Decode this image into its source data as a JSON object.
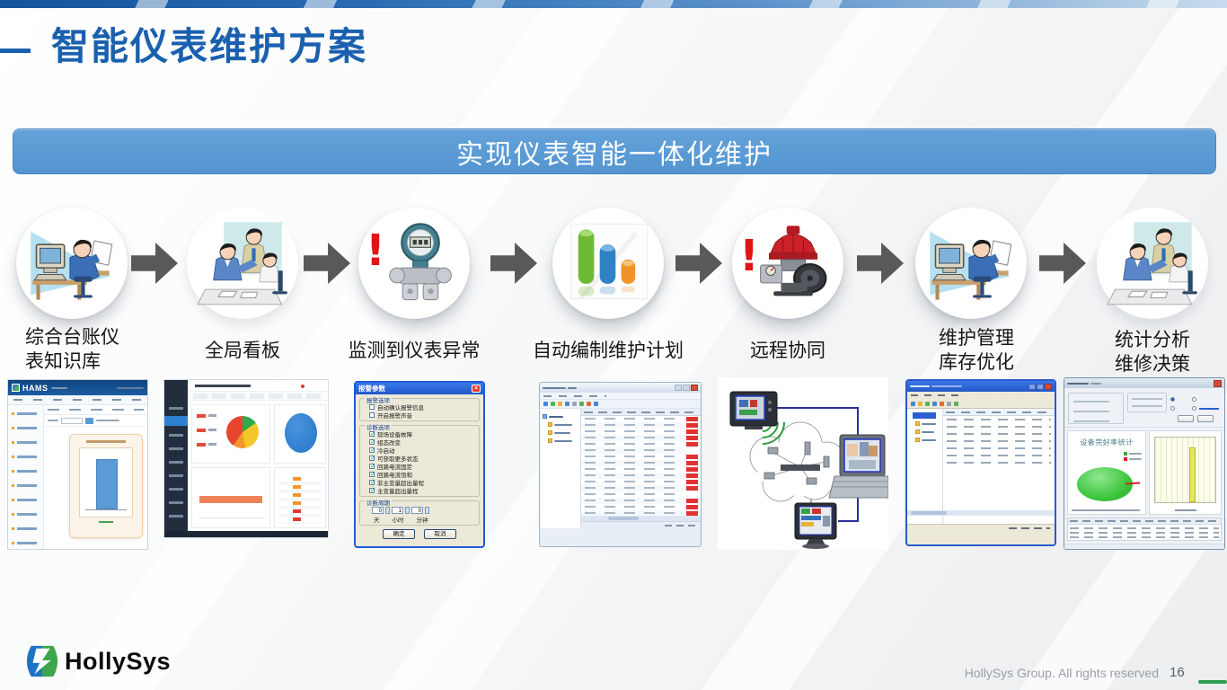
{
  "slide": {
    "title": "智能仪表维护方案",
    "banner": "实现仪表智能一体化维护"
  },
  "process": {
    "steps": [
      {
        "line1": "综合台账仪",
        "line2": "表知识库",
        "icon": "person-computer-clipart"
      },
      {
        "line1": "全局看板",
        "line2": "",
        "icon": "team-meeting-clipart"
      },
      {
        "line1": "监测到仪表异常",
        "line2": "",
        "icon": "transmitter-alert"
      },
      {
        "line1": "自动编制维护计划",
        "line2": "",
        "icon": "bar-chart-icon"
      },
      {
        "line1": "远程协同",
        "line2": "",
        "icon": "valve-alert"
      },
      {
        "line1": "维护管理",
        "line2": "库存优化",
        "icon": "person-computer-clipart"
      },
      {
        "line1": "统计分析",
        "line2": "维修决策",
        "icon": "team-meeting-clipart"
      }
    ]
  },
  "thumbnails": {
    "hams": {
      "brand": "HAMS"
    },
    "alarm_dialog": {
      "title": "报警参数",
      "close": "×",
      "group_alarm": "报警选项",
      "alarm_options": [
        "自动确认报警信息",
        "开启报警声音"
      ],
      "group_diag": "诊断选项",
      "diag_options": [
        "现场设备故障",
        "组态改变",
        "冷启动",
        "可获取更多状态",
        "回路电流固定",
        "回路电流饱和",
        "非主变量超出量程",
        "主变量超出量程"
      ],
      "group_cycle": "诊断周期",
      "cycle_values": [
        "0",
        "1",
        "0"
      ],
      "cycle_units": [
        "天",
        "小时",
        "分钟"
      ],
      "ok": "确定",
      "cancel": "取消"
    },
    "stats_window": {
      "pie_title": "设备完好率统计"
    }
  },
  "footer": {
    "brand": "HollySys",
    "copyright": "HollySys Group. All rights reserved",
    "page": "16"
  },
  "colors": {
    "accent_blue": "#1a60ae",
    "banner_fill": "#5b9bd5",
    "arrow_gray": "#58595b",
    "alert_red": "#e01414",
    "footer_green": "#2f9e4e"
  }
}
